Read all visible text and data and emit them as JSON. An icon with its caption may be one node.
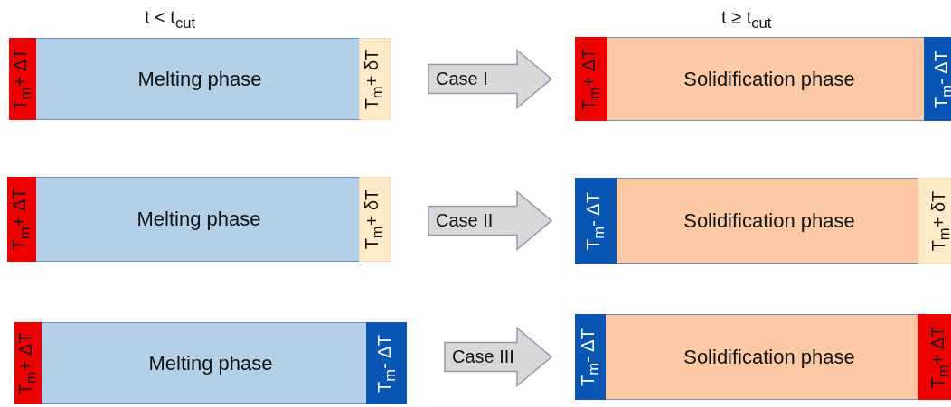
{
  "diagram": {
    "nodes": [
      {
        "text": [
          "Melting phase"
        ]
      },
      {
        "text": [
          "T$_{m}$+ ΔT"
        ],
        "in": 0
      },
      {
        "text": [
          "T$_{m}$+ δT"
        ],
        "in": 0
      },
      {
        "text": [
          "Solidification phase"
        ]
      },
      {
        "text": [
          "T$_{m}$+ ΔT"
        ],
        "in": 3
      },
      {
        "text": [
          "T$_{m}$- ΔT"
        ],
        "in": 3
      },
      {
        "text": [
          "Melting phase"
        ]
      },
      {
        "text": [
          "T$_{m}$+ ΔT"
        ],
        "in": 6
      },
      {
        "text": [
          "T$_{m}$+ δT"
        ],
        "in": 6
      },
      {
        "text": [
          "Solidification phase"
        ]
      },
      {
        "text": [
          "T$_{m}$- ΔT"
        ],
        "in": 9
      },
      {
        "text": [
          "T$_{m}$+ δT"
        ],
        "in": 9
      },
      {
        "text": [
          "Melting phase"
        ]
      },
      {
        "text": [
          "T$_{m}$+ ΔT"
        ],
        "in": 12
      },
      {
        "text": [
          "T$_{m}$- ΔT"
        ],
        "in": 12
      },
      {
        "text": [
          "Solidification phase"
        ]
      },
      {
        "text": [
          "T$_{m}$- ΔT"
        ],
        "in": 15
      },
      {
        "text": [
          "T$_{m}$+ ΔT"
        ],
        "in": 15
      }
    ],
    "edges": [
      {
        "from": 0,
        "to": 3,
        "arrow": "to",
        "label": "Case I"
      },
      {
        "from": 6,
        "to": 9,
        "arrow": "to",
        "label": "Case II"
      },
      {
        "from": 12,
        "to": 15,
        "arrow": "to",
        "label": "Case III"
      }
    ],
    "labels": [
      "t < t$_{cut}$",
      "t ≥ t$_{cut}$"
    ]
  }
}
